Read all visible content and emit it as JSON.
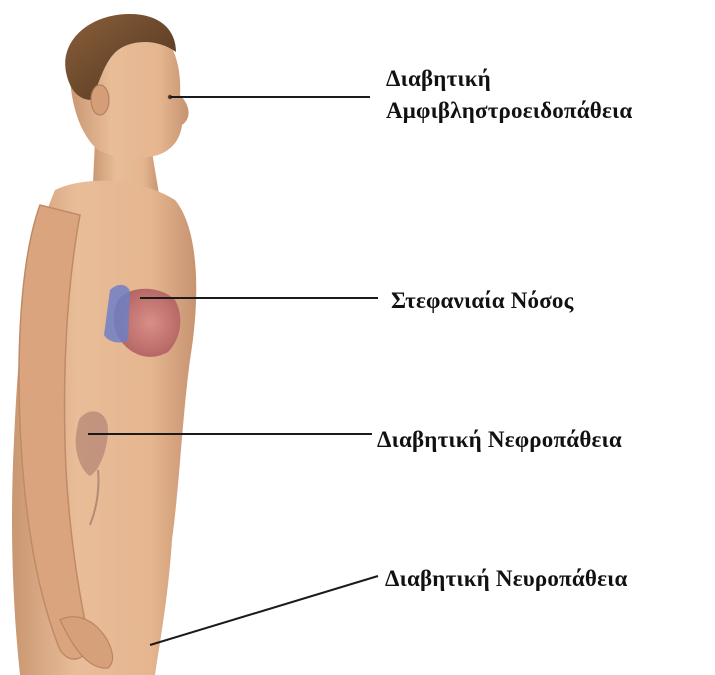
{
  "labels": {
    "retinopathy": [
      "Διαβητική",
      "Αμφιβληστροειδοπάθεια"
    ],
    "coronary": "Στεφανιαία Νόσος",
    "nephropathy": "Διαβητική Νεφροπάθεια",
    "neuropathy": "Διαβητική Νευροπάθεια"
  },
  "colors": {
    "skin": "#e3b48e",
    "skin_shadow": "#c99772",
    "hair": "#6e4a2c",
    "heart": "#c8676a",
    "vessel_blue": "#6e7fc8",
    "kidney": "#b98a78",
    "leader_line": "#1a1a1a",
    "text": "#111111"
  }
}
